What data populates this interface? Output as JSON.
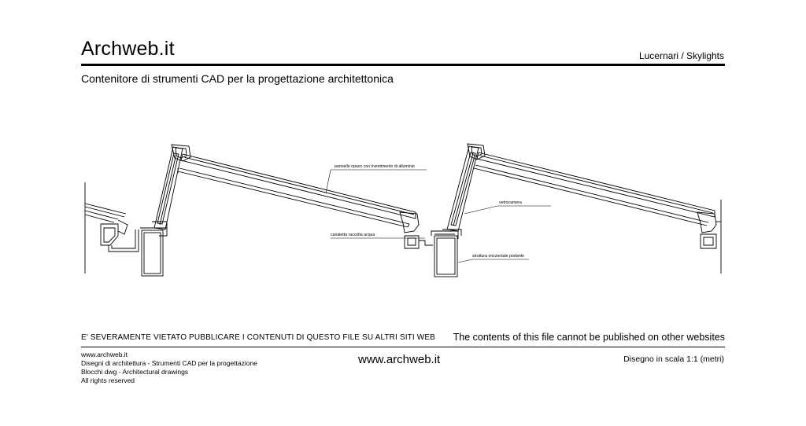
{
  "header": {
    "brand": "Archweb.it",
    "category": "Lucernari  /  Skylights",
    "subtitle": "Contenitore di strumenti CAD per la progettazione architettonica"
  },
  "drawing": {
    "labels": {
      "pannello": "pannello opaco con rivestimento di alluminio",
      "canaletta": "canaletta raccolta acqua",
      "vetrocamera": "vetrocamera",
      "struttura": "struttura orizzontale portante"
    }
  },
  "footer": {
    "warning_it": "E' SEVERAMENTE VIETATO PUBBLICARE I CONTENUTI DI QUESTO FILE SU ALTRI SITI WEB",
    "warning_en": "The contents of this file cannot be published on other websites",
    "info_lines": [
      "www.archweb.it",
      "Disegni di architettura - Strumenti CAD  per la progettazione",
      "Blocchi dwg - Architectural drawings",
      "All rights reserved"
    ],
    "site": "www.archweb.it",
    "scale": "Disegno in scala 1:1 (metri)"
  }
}
